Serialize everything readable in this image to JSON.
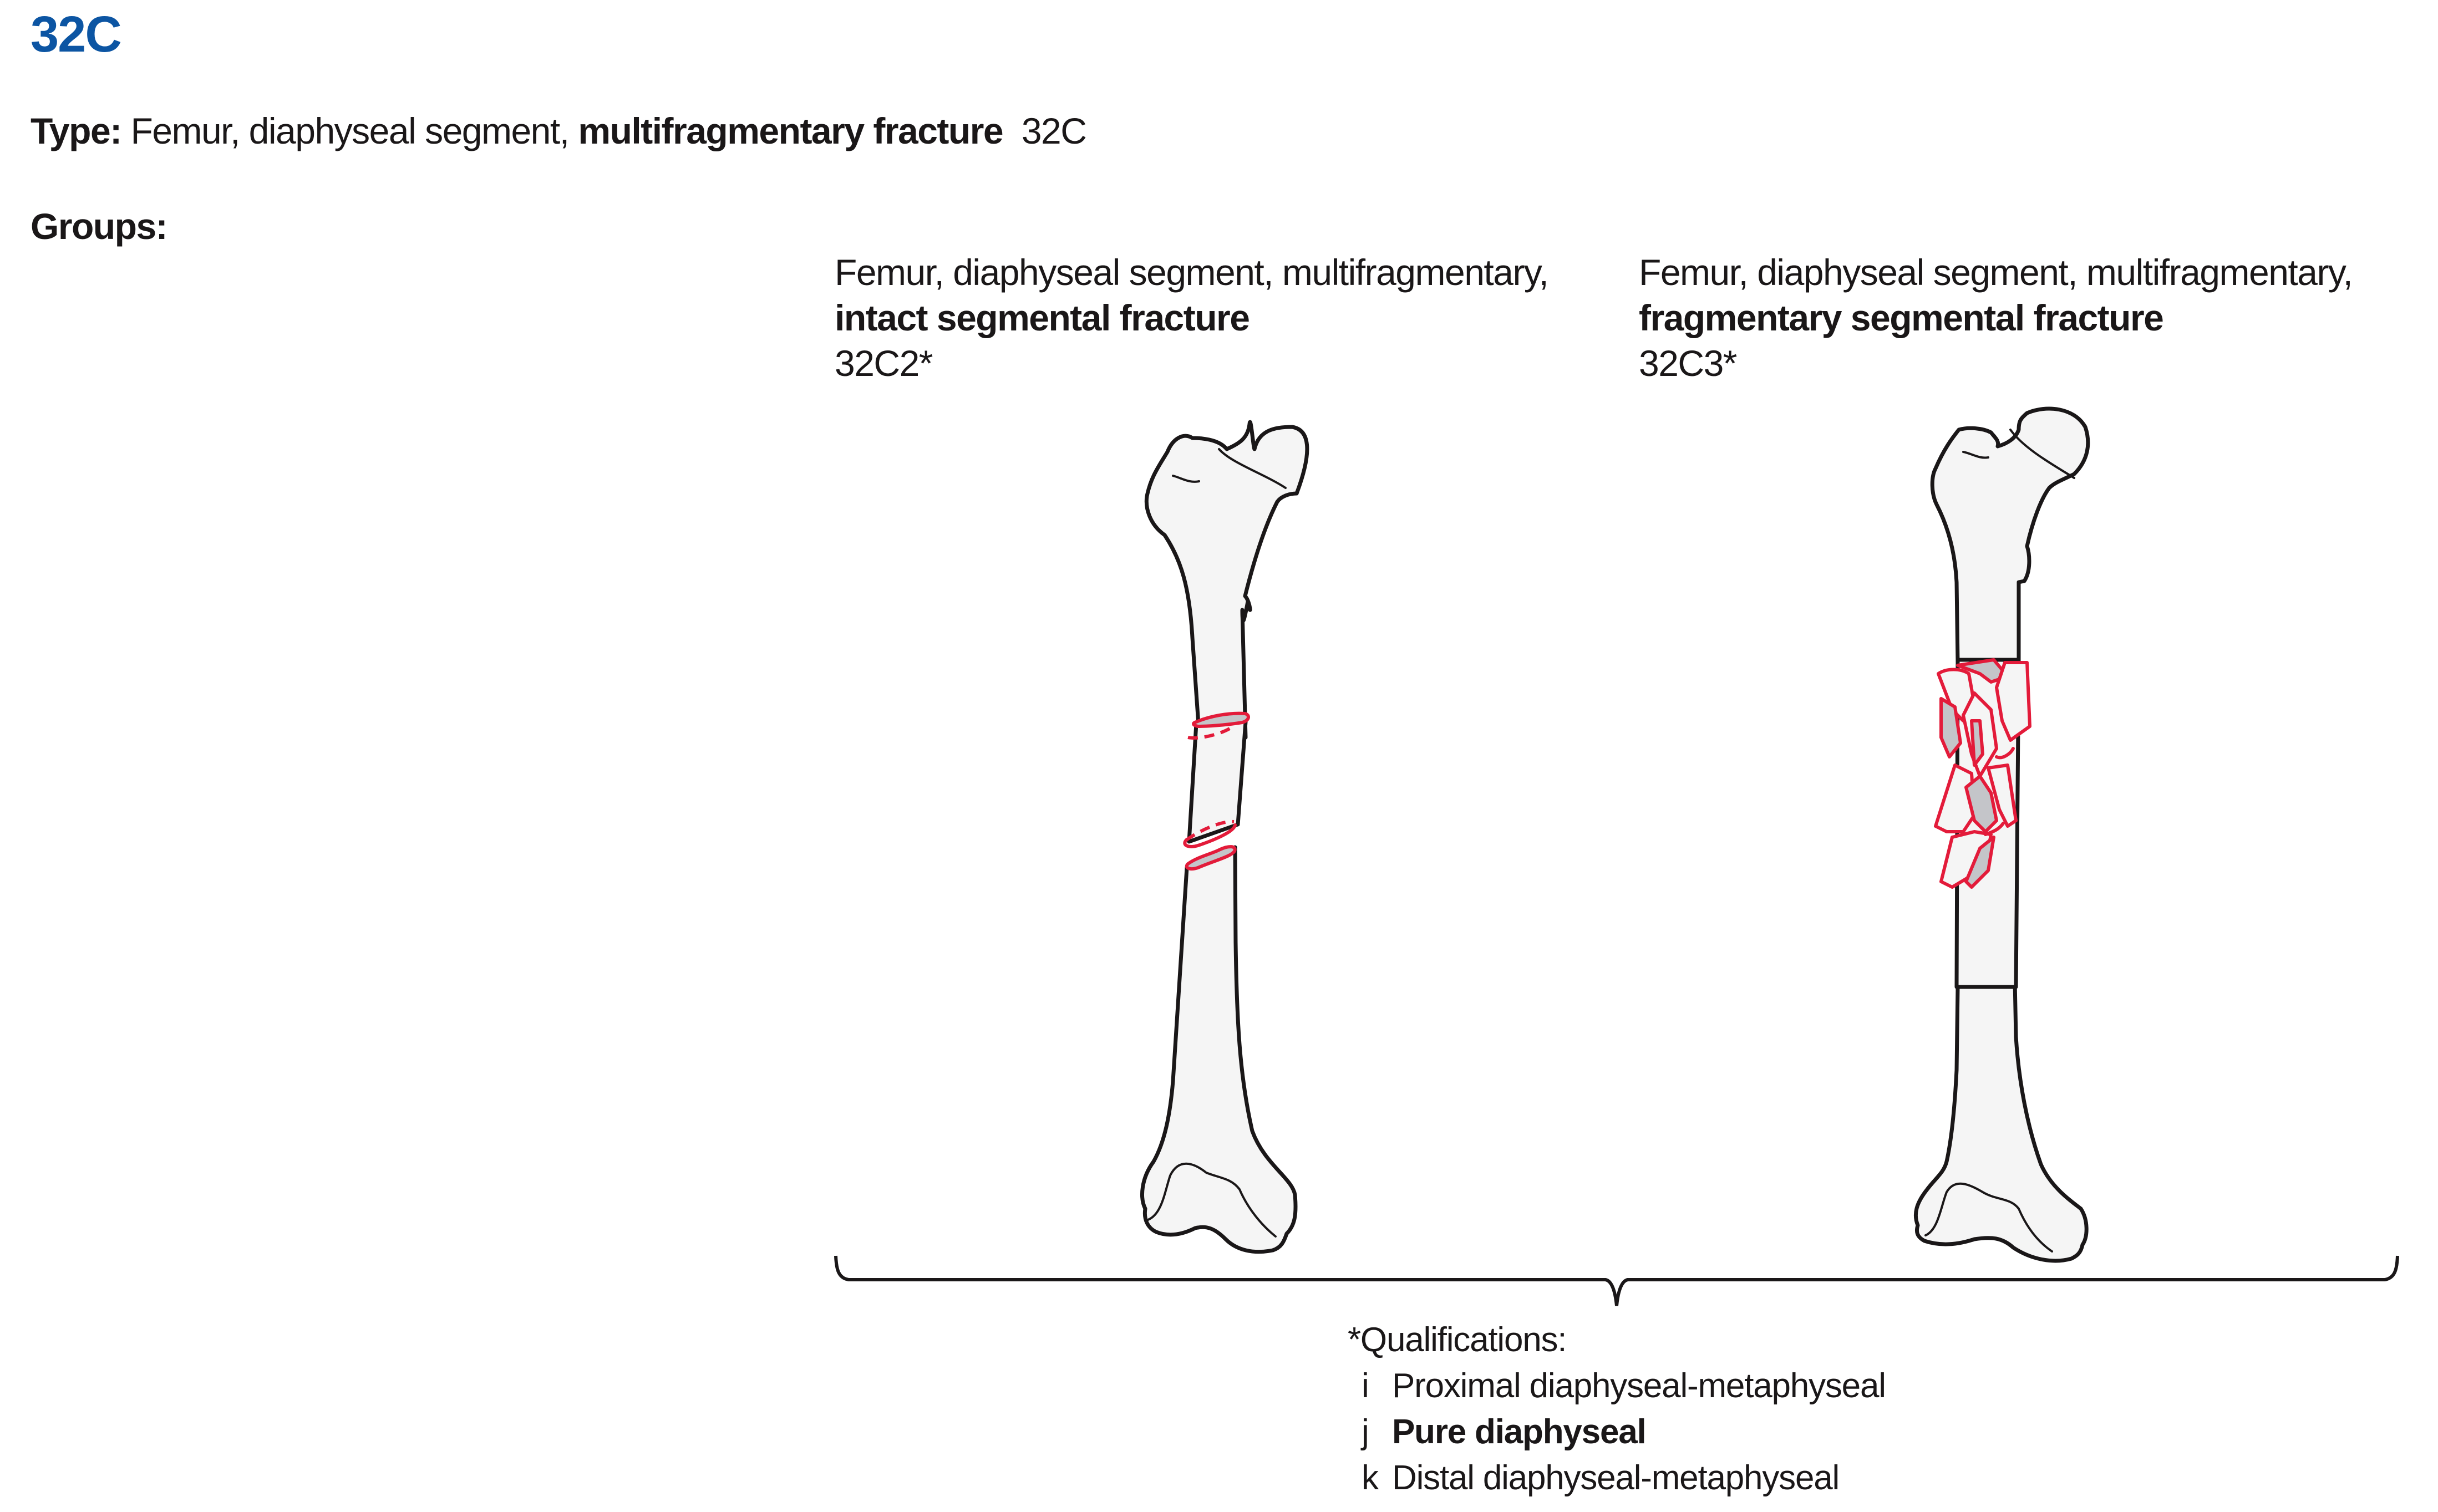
{
  "header": {
    "title": "32C",
    "title_color": "#0c55a3",
    "type_label": "Type:",
    "type_text_regular": "Femur, diaphyseal segment,",
    "type_text_bold": "multifragmentary fracture",
    "type_code": "32C",
    "groups_label": "Groups:"
  },
  "groups": [
    {
      "line1": "Femur, diaphyseal segment, multifragmentary,",
      "line2": "intact segmental fracture",
      "code": "32C2*",
      "illustration": "femur-intact-segmental-fracture"
    },
    {
      "line1": "Femur, diaphyseal segment, multifragmentary,",
      "line2": "fragmentary segmental fracture",
      "code": "32C3*",
      "illustration": "femur-fragmentary-segmental-fracture"
    }
  ],
  "qualifications": {
    "heading": "*Qualifications:",
    "items": [
      {
        "key": "i",
        "label": "Proximal diaphyseal-metaphyseal",
        "bold": false
      },
      {
        "key": "j",
        "label": "Pure diaphyseal",
        "bold": true
      },
      {
        "key": "k",
        "label": "Distal diaphyseal-metaphyseal",
        "bold": false
      }
    ]
  },
  "colors": {
    "bone_fill": "#f5f5f5",
    "outline": "#1a1718",
    "fracture_line": "#e31b3a",
    "fracture_surface": "#c4c5c9"
  }
}
